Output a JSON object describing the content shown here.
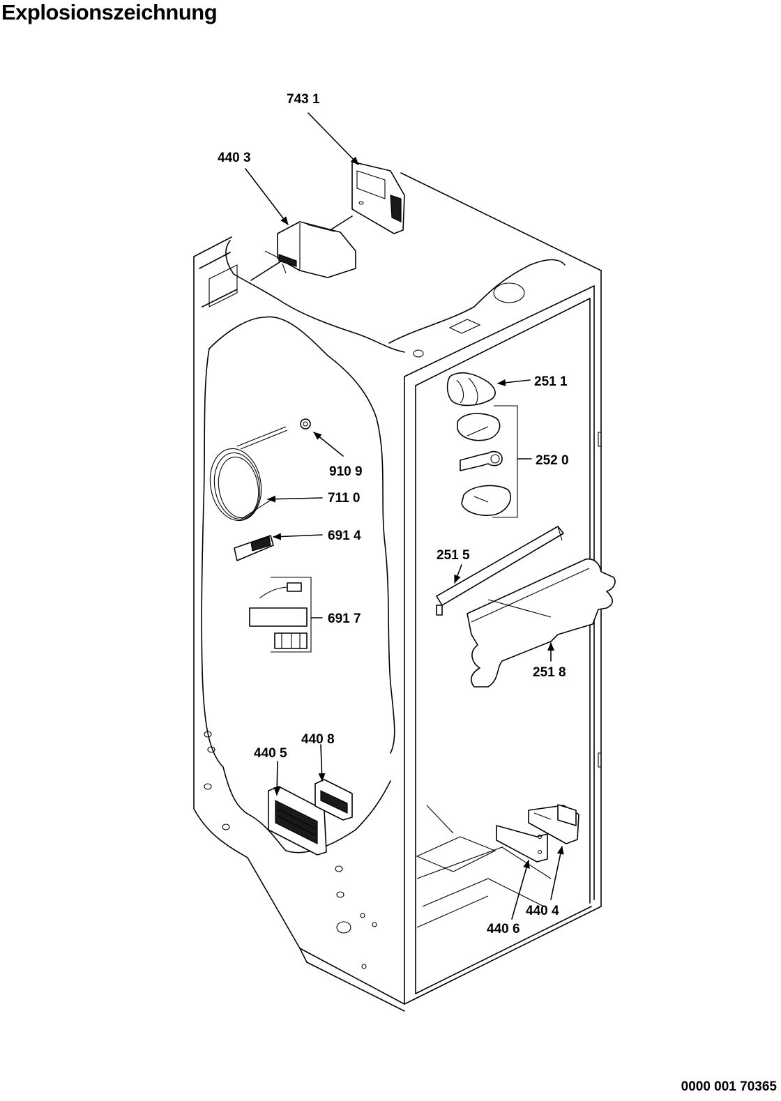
{
  "header": {
    "title": "Explosionszeichnung"
  },
  "footer": {
    "document_number": "0000 001 70365"
  },
  "callouts": {
    "c7431": "743 1",
    "c4403": "440 3",
    "c2511": "251 1",
    "c2520": "252 0",
    "c9109": "910 9",
    "c7110": "711 0",
    "c6914": "691 4",
    "c2515": "251 5",
    "c6917": "691 7",
    "c2518": "251 8",
    "c4408": "440 8",
    "c4405": "440 5",
    "c4404": "440 4",
    "c4406": "440 6"
  }
}
